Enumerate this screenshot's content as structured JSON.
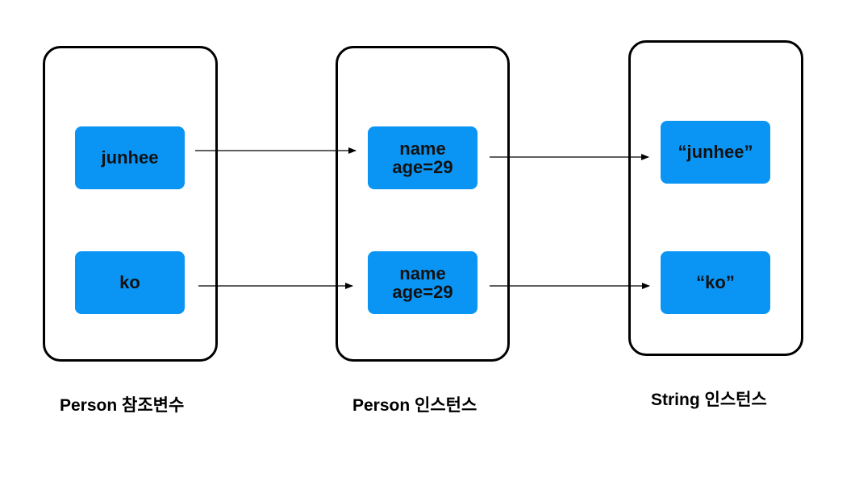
{
  "colors": {
    "node_fill": "#0a95f5",
    "border": "#000000",
    "text": "#111111"
  },
  "groups": {
    "references": {
      "caption": "Person 참조변수",
      "nodes": [
        {
          "label": "junhee"
        },
        {
          "label": "ko"
        }
      ]
    },
    "person_instances": {
      "caption": "Person 인스턴스",
      "nodes": [
        {
          "line1": "name",
          "line2": "age=29"
        },
        {
          "line1": "name",
          "line2": "age=29"
        }
      ]
    },
    "string_instances": {
      "caption": "String 인스턴스",
      "nodes": [
        {
          "label": "“junhee”"
        },
        {
          "label": "“ko”"
        }
      ]
    }
  },
  "edges": [
    {
      "from": "junhee",
      "to": "person-instance-1"
    },
    {
      "from": "person-instance-1",
      "to": "string-junhee"
    },
    {
      "from": "ko",
      "to": "person-instance-2"
    },
    {
      "from": "person-instance-2",
      "to": "string-ko"
    }
  ]
}
